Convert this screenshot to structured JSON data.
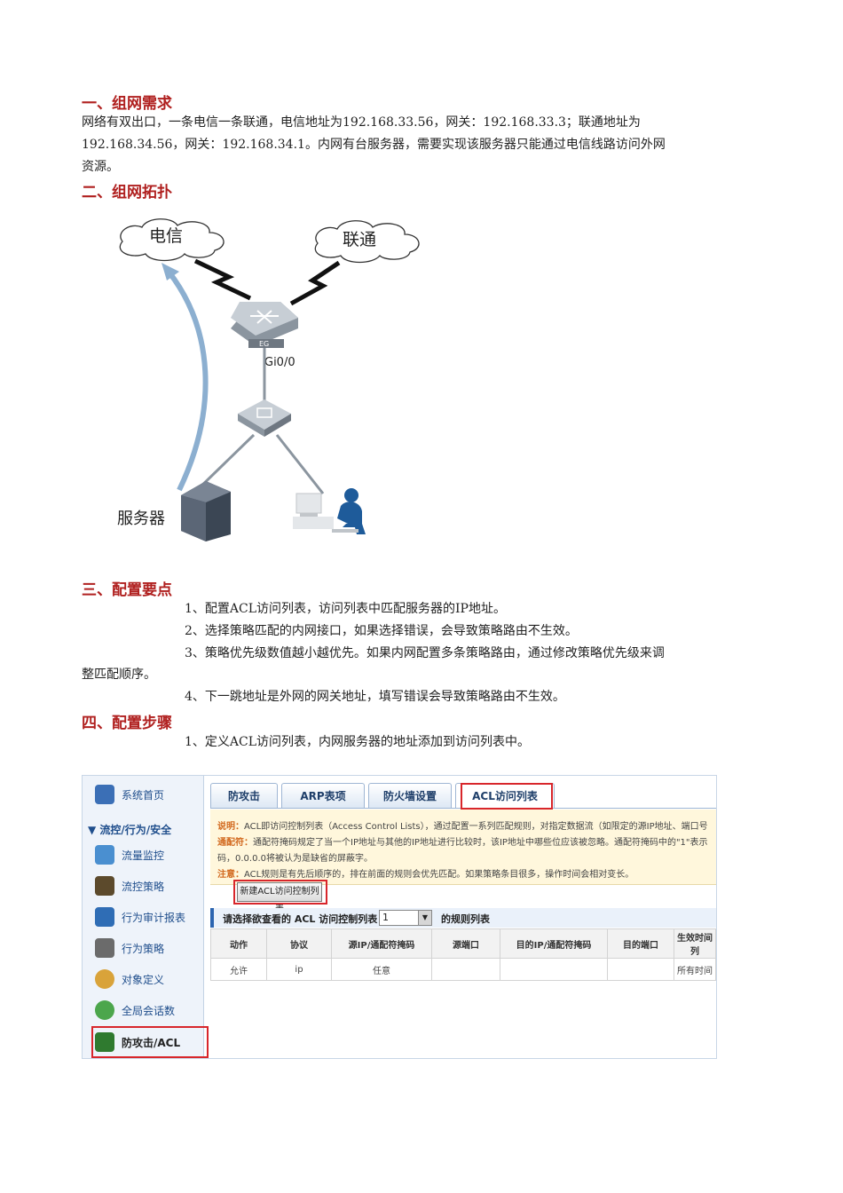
{
  "sec1": {
    "title": "一、组网需求",
    "l1": "网络有双出口，一条电信一条联通，电信地址为192.168.33.56，网关：192.168.33.3；联通地址为",
    "l2": "192.168.34.56，网关：192.168.34.1。内网有台服务器，需要实现该服务器只能通过电信线路访问外网",
    "l3": "资源。"
  },
  "sec2": {
    "title": "二、组网拓扑",
    "cloud_telecom": "电信",
    "cloud_unicom": "联通",
    "router_label": "EG",
    "port_label": "Gi0/0",
    "server_label": "服务器"
  },
  "sec3": {
    "title": "三、配置要点",
    "p1": "1、配置ACL访问列表，访问列表中匹配服务器的IP地址。",
    "p2": "2、选择策略匹配的内网接口，如果选择错误，会导致策略路由不生效。",
    "p3a": "3、策略优先级数值越小越优先。如果内网配置多条策略路由，通过修改策略优先级来调",
    "p3b": "整匹配顺序。",
    "p4": "4、下一跳地址是外网的网关地址，填写错误会导致策略路由不生效。"
  },
  "sec4": {
    "title": "四、配置步骤",
    "p1": "1、定义ACL访问列表，内网服务器的地址添加到访问列表中。"
  },
  "ui": {
    "sidebar": {
      "home": "系统首页",
      "group": "流控/行为/安全",
      "items": [
        "流量监控",
        "流控策略",
        "行为审计报表",
        "行为策略",
        "对象定义",
        "全局会话数",
        "防攻击/ACL"
      ]
    },
    "tabs": [
      "防攻击",
      "ARP表项",
      "防火墙设置",
      "ACL访问列表"
    ],
    "note": {
      "l1_label": "说明：",
      "l1": "ACL即访问控制列表（Access Control Lists），通过配置一系列匹配规则，对指定数据流（如限定的源IP地址、端口号",
      "l2_label": "通配符：",
      "l2": "通配符掩码规定了当一个IP地址与其他的IP地址进行比较时，该IP地址中哪些位应该被忽略。通配符掩码中的\"1\"表示",
      "l3": "码，0.0.0.0将被认为是缺省的屏蔽字。",
      "l4_label": "注意：",
      "l4": "ACL规则是有先后顺序的，排在前面的规则会优先匹配。如果策略条目很多，操作时间会相对变长。"
    },
    "new_button": "新建ACL访问控制列表",
    "select_prefix": "请选择欲查看的 ACL 访问控制列表",
    "select_value": "1",
    "select_suffix": "的规则列表",
    "table": {
      "headers": [
        "动作",
        "协议",
        "源IP/通配符掩码",
        "源端口",
        "目的IP/通配符掩码",
        "目的端口",
        "生效时间列"
      ],
      "rows": [
        [
          "允许",
          "ip",
          "任意",
          "",
          "",
          "",
          "所有时间"
        ]
      ]
    },
    "colors": {
      "highlight_red": "#d8262b",
      "heading_red": "#b0201f"
    }
  }
}
